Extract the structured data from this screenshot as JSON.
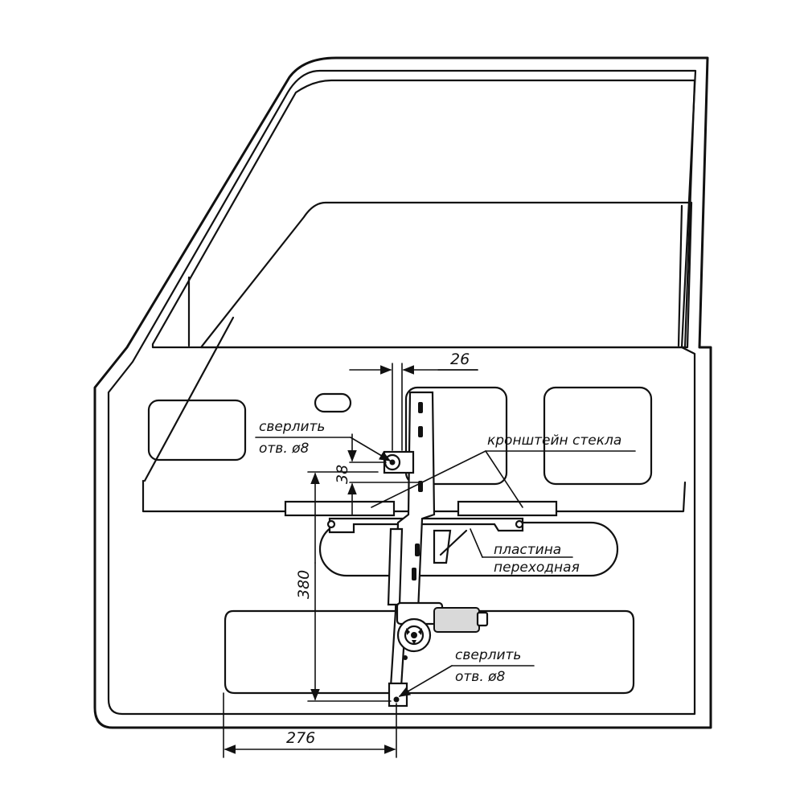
{
  "labels": {
    "drill_top_line1": "сверлить",
    "drill_top_line2": "отв. ø8",
    "glass_bracket": "кронштейн стекла",
    "plate_line1": "пластина",
    "plate_line2": "переходная",
    "drill_bottom_line1": "сверлить",
    "drill_bottom_line2": "отв. ø8"
  },
  "dimensions": {
    "top_offset": "26",
    "upper_height": "38",
    "total_height": "380",
    "horizontal_offset": "276"
  }
}
